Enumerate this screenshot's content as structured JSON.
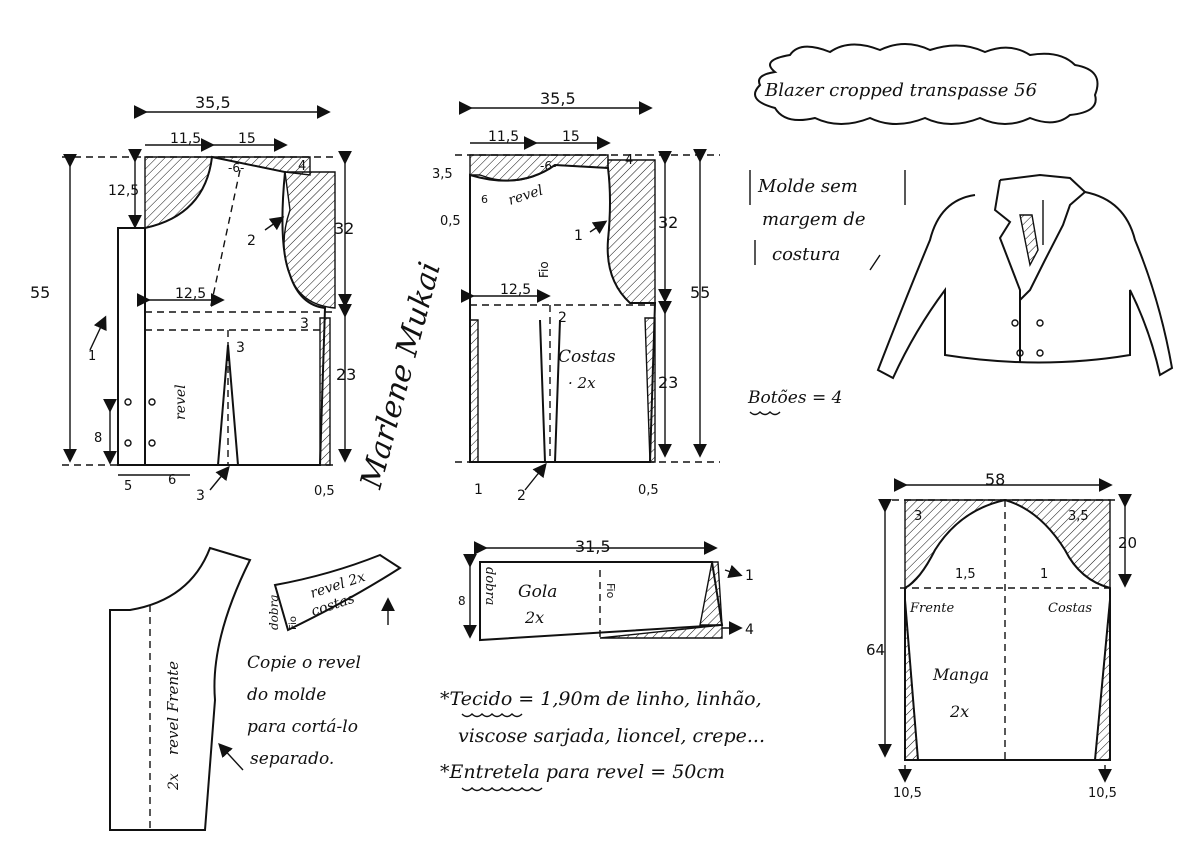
{
  "title": "Blazer cropped transpasse 56",
  "note_seam": [
    "Molde sem",
    "margem de",
    "costura"
  ],
  "buttons_label": "Botões = 4",
  "signature": "Marlene Mukai",
  "front": {
    "width": "35,5",
    "shoulder_a": "11,5",
    "shoulder_b": "15",
    "shoulder_c": "-6-",
    "shoulder_drop": "4",
    "neck_depth": "12,5",
    "armhole_dart": "2",
    "armhole_height": "32",
    "total_height": "55",
    "waist_width": "12,5",
    "waist_offset": "3",
    "dart_top": "3",
    "lower_height": "23",
    "hem_extension": "0,5",
    "revel": "revel",
    "button_spacing": "8",
    "edge_a": "5",
    "edge_b": "6",
    "dart_bottom": "3",
    "lapel_arrow": "1"
  },
  "back": {
    "width": "35,5",
    "shoulder_a": "11,5",
    "shoulder_b": "15",
    "shoulder_c": "-6-",
    "shoulder_drop": "4",
    "neck_depth": "3,5",
    "neck_small": "6",
    "neck_offset": "0,5",
    "revel": "revel",
    "armhole_dart": "1",
    "armhole_height": "32",
    "total_height": "55",
    "waist_width": "12,5",
    "dart_top": "2",
    "fio": "Fio",
    "label": "Costas",
    "count": "· 2x",
    "lower_height": "23",
    "hem_extension": "0,5",
    "hem_left": "1",
    "dart_bottom": "2"
  },
  "collar": {
    "width": "31,5",
    "label": "Gola",
    "count": "2x",
    "fold": "dobra",
    "height": "8",
    "fio": "Fio",
    "right_top": "1",
    "right_bottom": "4"
  },
  "sleeve": {
    "width": "58",
    "cap_height": "20",
    "total_height": "64",
    "label_front": "Frente",
    "label_back": "Costas",
    "label": "Manga",
    "count": "2x",
    "front_cap": "3",
    "back_cap": "3,5",
    "front_curve": "1,5",
    "back_curve": "1",
    "hem_left": "10,5",
    "hem_right": "10,5"
  },
  "facing_front": {
    "label": "revel Frente",
    "count": "2x"
  },
  "facing_back": {
    "label_a": "revel 2x",
    "label_b": "costas",
    "fold": "dobra",
    "fio": "Fio"
  },
  "copy_note": [
    "Copie o revel",
    "do molde",
    "para cortá-lo",
    "separado."
  ],
  "fabric_note": [
    "*Tecido = 1,90m de linho, linhão,",
    "viscose sarjada, lioncel, crepe...",
    "*Entretela para revel = 50cm"
  ]
}
